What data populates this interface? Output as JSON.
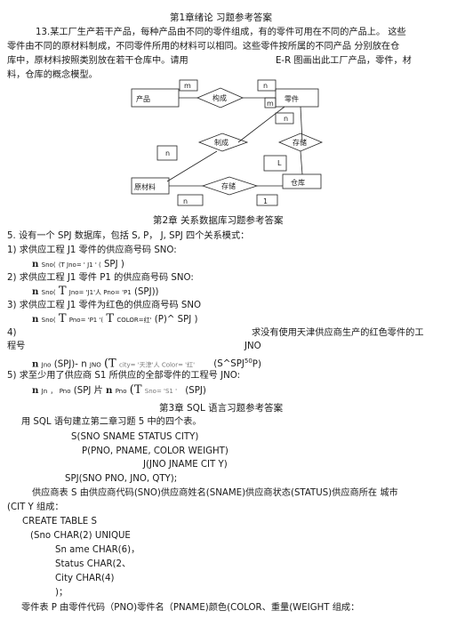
{
  "ch1": {
    "title": "第1章绪论 习题参考答案",
    "p1": "13.某工厂生产若干产品，每种产品由不同的零件组成，有的零件可用在不同的产品上。 这些",
    "p2": "零件由不同的原材料制成，不同零件所用的材料可以相同。这些零件按所属的不同产品 分别放在仓",
    "p3a": "库中，原材料按照类别放在若干仓库中。请用",
    "p3b": "E-R 图画出此工厂产品，零件，材",
    "p4": "料，仓库的概念模型。"
  },
  "er": {
    "entity_product": "产品",
    "entity_part": "零件",
    "entity_material": "原材料",
    "entity_warehouse": "仓库",
    "rel_compose": "构成",
    "rel_make": "制成",
    "rel_store1": "存储",
    "rel_store2": "存储",
    "card_m1": "m",
    "card_n1": "n",
    "card_m2": "m",
    "card_n2": "n",
    "card_n3": "n",
    "card_L": "L",
    "card_n4": "n",
    "card_1": "1"
  },
  "ch2": {
    "title": "第2章 关系数据库习题参考答案",
    "q5": "5. 设有一个 SPJ 数据库，包括 S, P， J, SPJ 四个关系模式：",
    "q1": "1)  求供应工程 J1 零件的供应商号码 SNO:",
    "a1_pi": "n",
    "a1_sub": "Sno(",
    "a1_sig": "(T Jno= ' J1 ' (",
    "a1_end": "SPJ )",
    "q2": "2)  求供应工程 J1 零件 P1 的供应商号码 SNO:",
    "a2_pi": "n",
    "a2_sub": "Sno(",
    "a2_T": "T",
    "a2_sig": "Jno= 'J1'人 Pno= 'P1",
    "a2_end": "(SPJ))",
    "q3": "3)  求供应工程 J1 零件为红色的供应商号码 SNO",
    "a3_pi": "n",
    "a3_sub": "Sno(",
    "a3_T": "T",
    "a3_sig": "Pno= 'P1 '(",
    "a3_T2": "T",
    "a3_sig2": "COLOR=红'",
    "a3_end": "(P)^ SPJ )",
    "q4": "4)",
    "q4_right": "求没有使用天津供应商生产的红色零件的工",
    "q4_cont": "程号",
    "q4_jno": "JNO",
    "a4_pi": "n",
    "a4_sub1": "Jno",
    "a4_mid": "(SPJ)- n",
    "a4_sub2": "JNO",
    "a4_T": "(T",
    "a4_sig": "city= '天津'人 Color= '红'",
    "a4_end": "(S^SPJ",
    "a4_sup": "50",
    "a4_end2": "P)",
    "q5b": "5)  求至少用了供应商 S1 所供应的全部零件的工程号 JNO:",
    "a5_pi": "n",
    "a5_sub1": "Jn",
    "a5_mid1": "，",
    "a5_sub2": "Pno",
    "a5_mid2": "(SPJ 片",
    "a5_pi2": "n",
    "a5_sub3": "Pno",
    "a5_T": "(T",
    "a5_sig": "Sno= 'S1 '",
    "a5_end": "(SPJ)"
  },
  "ch3": {
    "title": "第3章 SQL 语言习题参考答案",
    "intro": "用 SQL 语句建立第二章习题 5 中的四个表。",
    "s_schema": "S(SNO SNAME STATUS CITY)",
    "p_schema": "P(PNO, PNAME, COLOR WEIGHT)",
    "j_schema": "J(JNO JNAME CIT Y)",
    "spj_schema": "SPJ(SNO PNO, JNO, QTY);",
    "s_desc1": "供应商表 S 由供应商代码(SNO)供应商姓名(SNAME)供应商状态(STATUS)供应商所在  城市",
    "s_desc2": "(CIT Y 组成：",
    "create": "CREATE TABLE S",
    "col1": "(Sno CHAR(2) UNIQUE",
    "col2": "Sn ame CHAR(6)，",
    "col3": "Status CHAR(2、",
    "col4": "City CHAR(4)",
    "close": ")；",
    "p_desc": "零件表 P 由零件代码（PNO)零件名（PNAME)颜色(COLOR、重量(WEIGHT 组成："
  }
}
